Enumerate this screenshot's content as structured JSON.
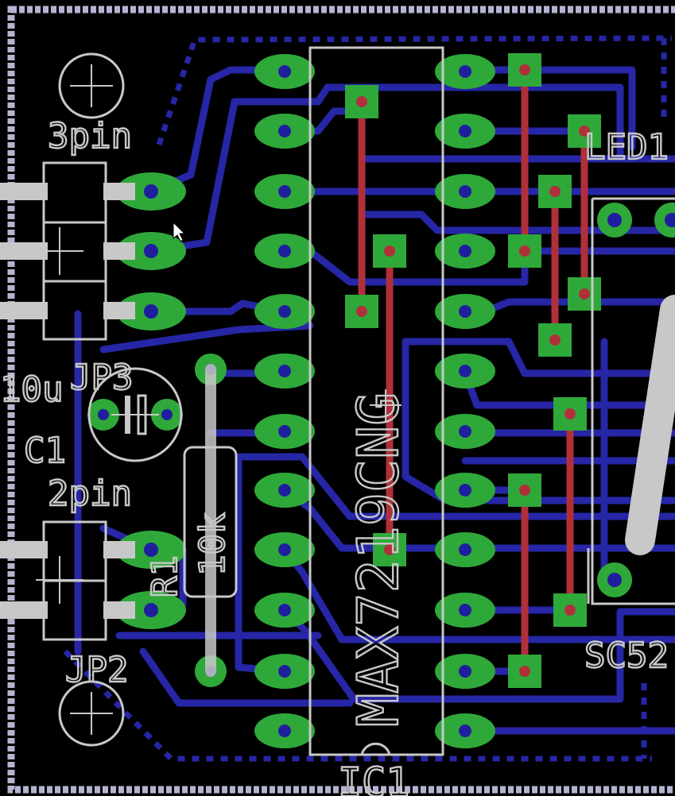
{
  "labels": {
    "jp3_pin_label": "3pin",
    "jp3_ref": "JP3",
    "c1_value": "10u",
    "c1_ref": "C1",
    "jp2_pin_label": "2pin",
    "jp2_ref": "JP2",
    "r1_ref": "R1",
    "r1_value": "10k",
    "ic1_part": "MAX7219CNG",
    "ic1_ref": "IC1",
    "led1_ref": "LED1",
    "sc_ref": "SC52"
  },
  "colors": {
    "background": "#000000",
    "bottom_trace": "#2626a6",
    "top_trace": "#b0303a",
    "pad": "#2fa83a",
    "drill": "#1f1f9e",
    "silkscreen": "#c8c8c8",
    "border": "#b4b4d2"
  }
}
